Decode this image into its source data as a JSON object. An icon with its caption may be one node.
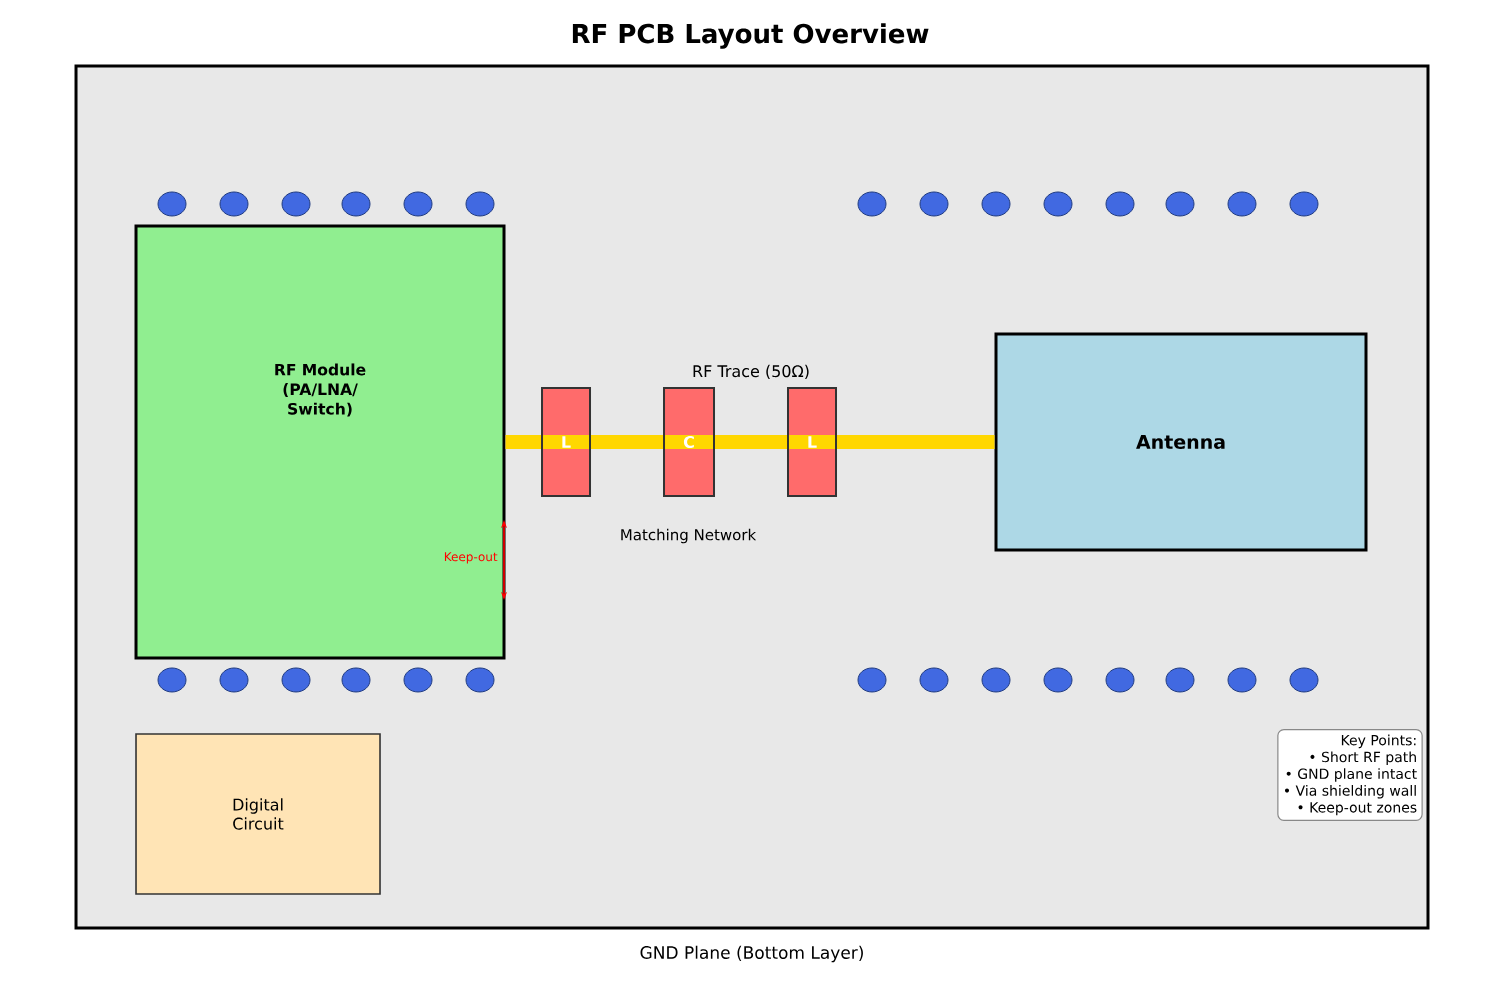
{
  "diagram": {
    "title": "RF PCB Layout Overview",
    "nodes": [
      {
        "text": [
          "GND Plane (Bottom Layer)"
        ]
      },
      {
        "text": [
          "RF Module (PA/LNA/ Switch)"
        ],
        "in": 0
      },
      {
        "text": [
          "L"
        ],
        "in": 0
      },
      {
        "text": [
          "C"
        ],
        "in": 0
      },
      {
        "text": [
          "L"
        ],
        "in": 0
      },
      {
        "text": [
          "Antenna"
        ],
        "in": 0
      },
      {
        "text": [
          "Digital Circuit"
        ],
        "in": 0
      },
      {
        "text": [
          "Key Points:",
          "• Short RF path",
          "• GND plane intact",
          "• Via shielding wall",
          "• Keep-out zones"
        ],
        "in": 0
      }
    ],
    "edges": [
      {
        "from": 1,
        "to": 2,
        "arrow": "none"
      },
      {
        "from": 2,
        "to": 3,
        "arrow": "none"
      },
      {
        "from": 3,
        "to": 4,
        "arrow": "none",
        "label": "RF Trace (50Ω)"
      },
      {
        "from": 4,
        "to": 5,
        "arrow": "none"
      }
    ],
    "labels": [
      "Matching Network",
      "Keep-out"
    ]
  }
}
